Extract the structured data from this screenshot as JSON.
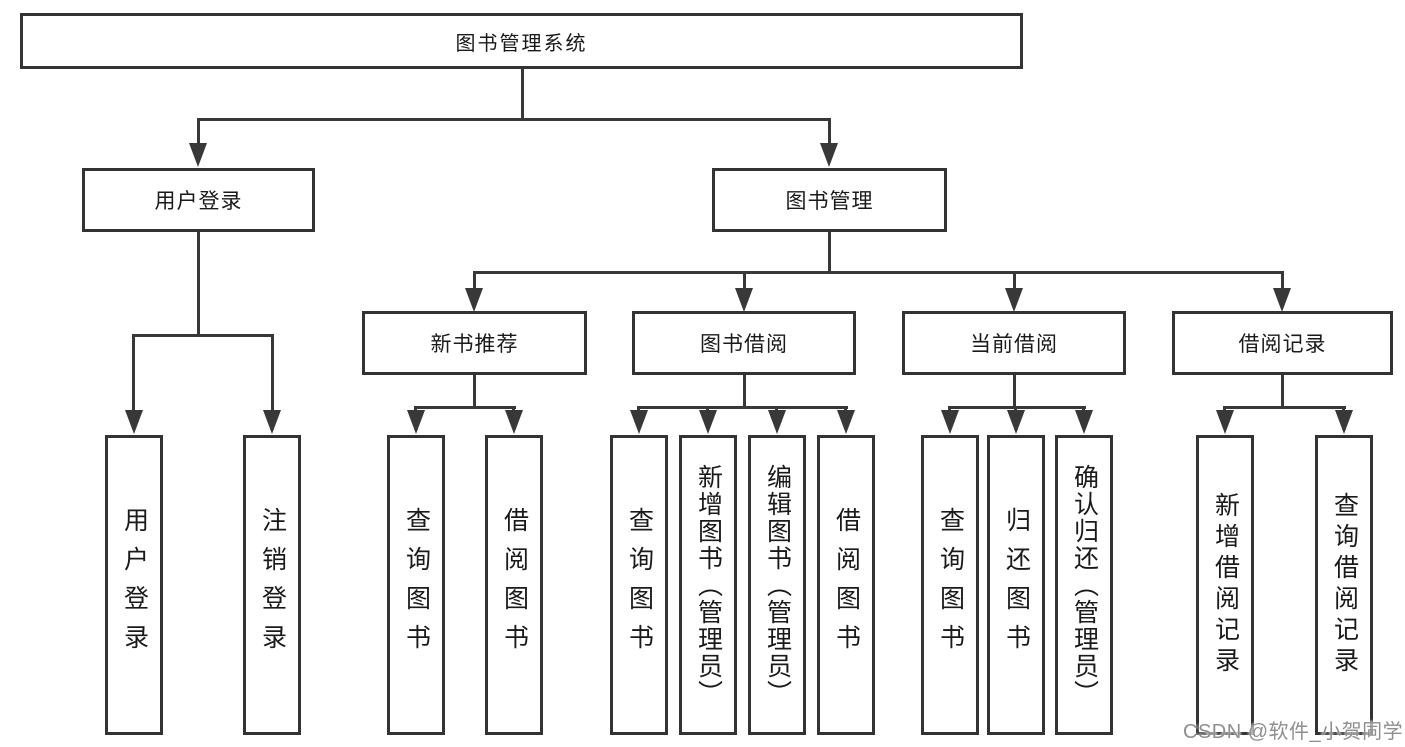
{
  "tree": {
    "label": "图书管理系统",
    "children": [
      {
        "label": "用户登录",
        "children": [
          {
            "label": "用户登录"
          },
          {
            "label": "注销登录"
          }
        ]
      },
      {
        "label": "图书管理",
        "children": [
          {
            "label": "新书推荐",
            "children": [
              {
                "label": "查询图书"
              },
              {
                "label": "借阅图书"
              }
            ]
          },
          {
            "label": "图书借阅",
            "children": [
              {
                "label": "查询图书"
              },
              {
                "label": "新增图书（管理员）"
              },
              {
                "label": "编辑图书（管理员）"
              },
              {
                "label": "借阅图书"
              }
            ]
          },
          {
            "label": "当前借阅",
            "children": [
              {
                "label": "查询图书"
              },
              {
                "label": "归还图书"
              },
              {
                "label": "确认归还（管理员）"
              }
            ]
          },
          {
            "label": "借阅记录",
            "children": [
              {
                "label": "新增借阅记录"
              },
              {
                "label": "查询借阅记录"
              }
            ]
          }
        ]
      }
    ]
  },
  "watermark": {
    "text": "CSDN @软件_小贺同学"
  },
  "colors": {
    "line": "#383838",
    "box_border": "#333333",
    "text": "#1a1a1a",
    "background": "#ffffff",
    "watermark": "#8f8f8f"
  }
}
